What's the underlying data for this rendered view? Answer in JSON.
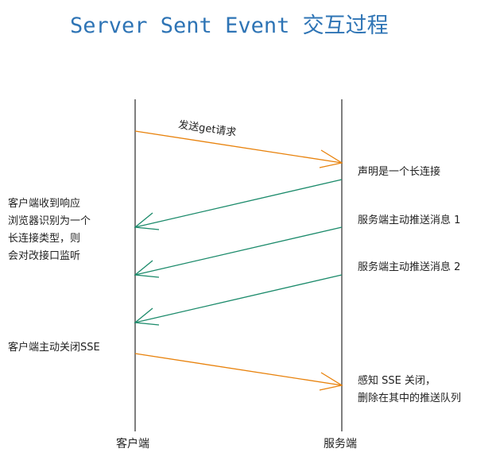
{
  "title": "Server Sent Event 交互过程",
  "actors": {
    "client": "客户端",
    "server": "服务端"
  },
  "messages": {
    "get_request": "发送get请求"
  },
  "server_notes": {
    "long_connection": "声明是一个长连接",
    "push_1": "服务端主动推送消息  1",
    "push_2": "服务端主动推送消息  2",
    "close_line1": "感知  SSE  关闭，",
    "close_line2": "删除在其中的推送队列"
  },
  "client_notes": {
    "receive_line1": "客户端收到响应",
    "receive_line2": "浏览器识别为一个",
    "receive_line3": "长连接类型，则",
    "receive_line4": "会对改接口监听",
    "close": "客户端主动关闭SSE"
  },
  "colors": {
    "title": "#2e74b5",
    "request_arrow": "#e8820c",
    "response_arrow": "#1a8a6a",
    "lifeline": "#555555"
  }
}
